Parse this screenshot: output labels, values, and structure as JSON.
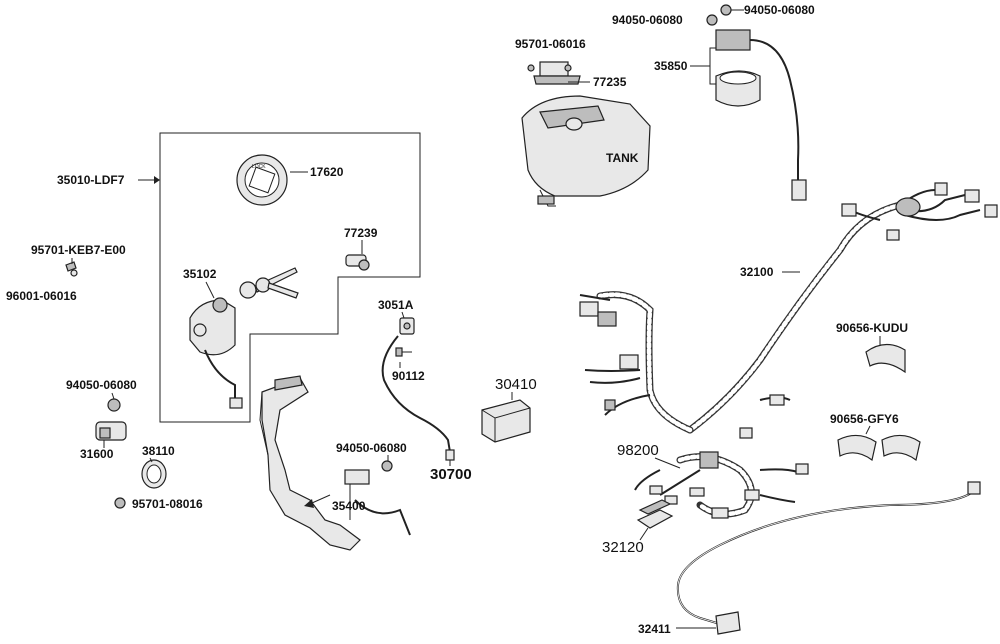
{
  "labels": {
    "p94050_06080_top_a": "94050-06080",
    "p94050_06080_top_b": "94050-06080",
    "p95701_06016": "95701-06016",
    "p77235": "77235",
    "p35850": "35850",
    "tank": "TANK",
    "p35010_ldf7": "35010-LDF7",
    "p17620": "17620",
    "p77239": "77239",
    "p95701_keb7_e00": "95701-KEB7-E00",
    "p96001_06016": "96001-06016",
    "p35102": "35102",
    "p3051a": "3051A",
    "p90112": "90112",
    "p30410": "30410",
    "p94050_06080_left": "94050-06080",
    "p31600": "31600",
    "p38110": "38110",
    "p95701_08016": "95701-08016",
    "p94050_06080_mid": "94050-06080",
    "p35400": "35400",
    "p30700": "30700",
    "p32100": "32100",
    "p90656_kudu": "90656-KUDU",
    "p90656_gfy6": "90656-GFY6",
    "p98200": "98200",
    "p32120": "32120",
    "p32411": "32411"
  }
}
